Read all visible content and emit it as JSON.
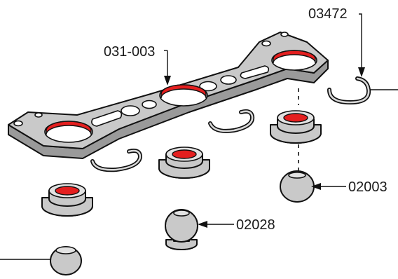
{
  "callouts": {
    "plate": "031-003",
    "circlip": "03472",
    "ball": "02003",
    "ball_stud": "02028"
  },
  "colors": {
    "bushing_accent": "#e41f1f",
    "part_fill": "#c9c9c9",
    "outline": "#111111"
  }
}
